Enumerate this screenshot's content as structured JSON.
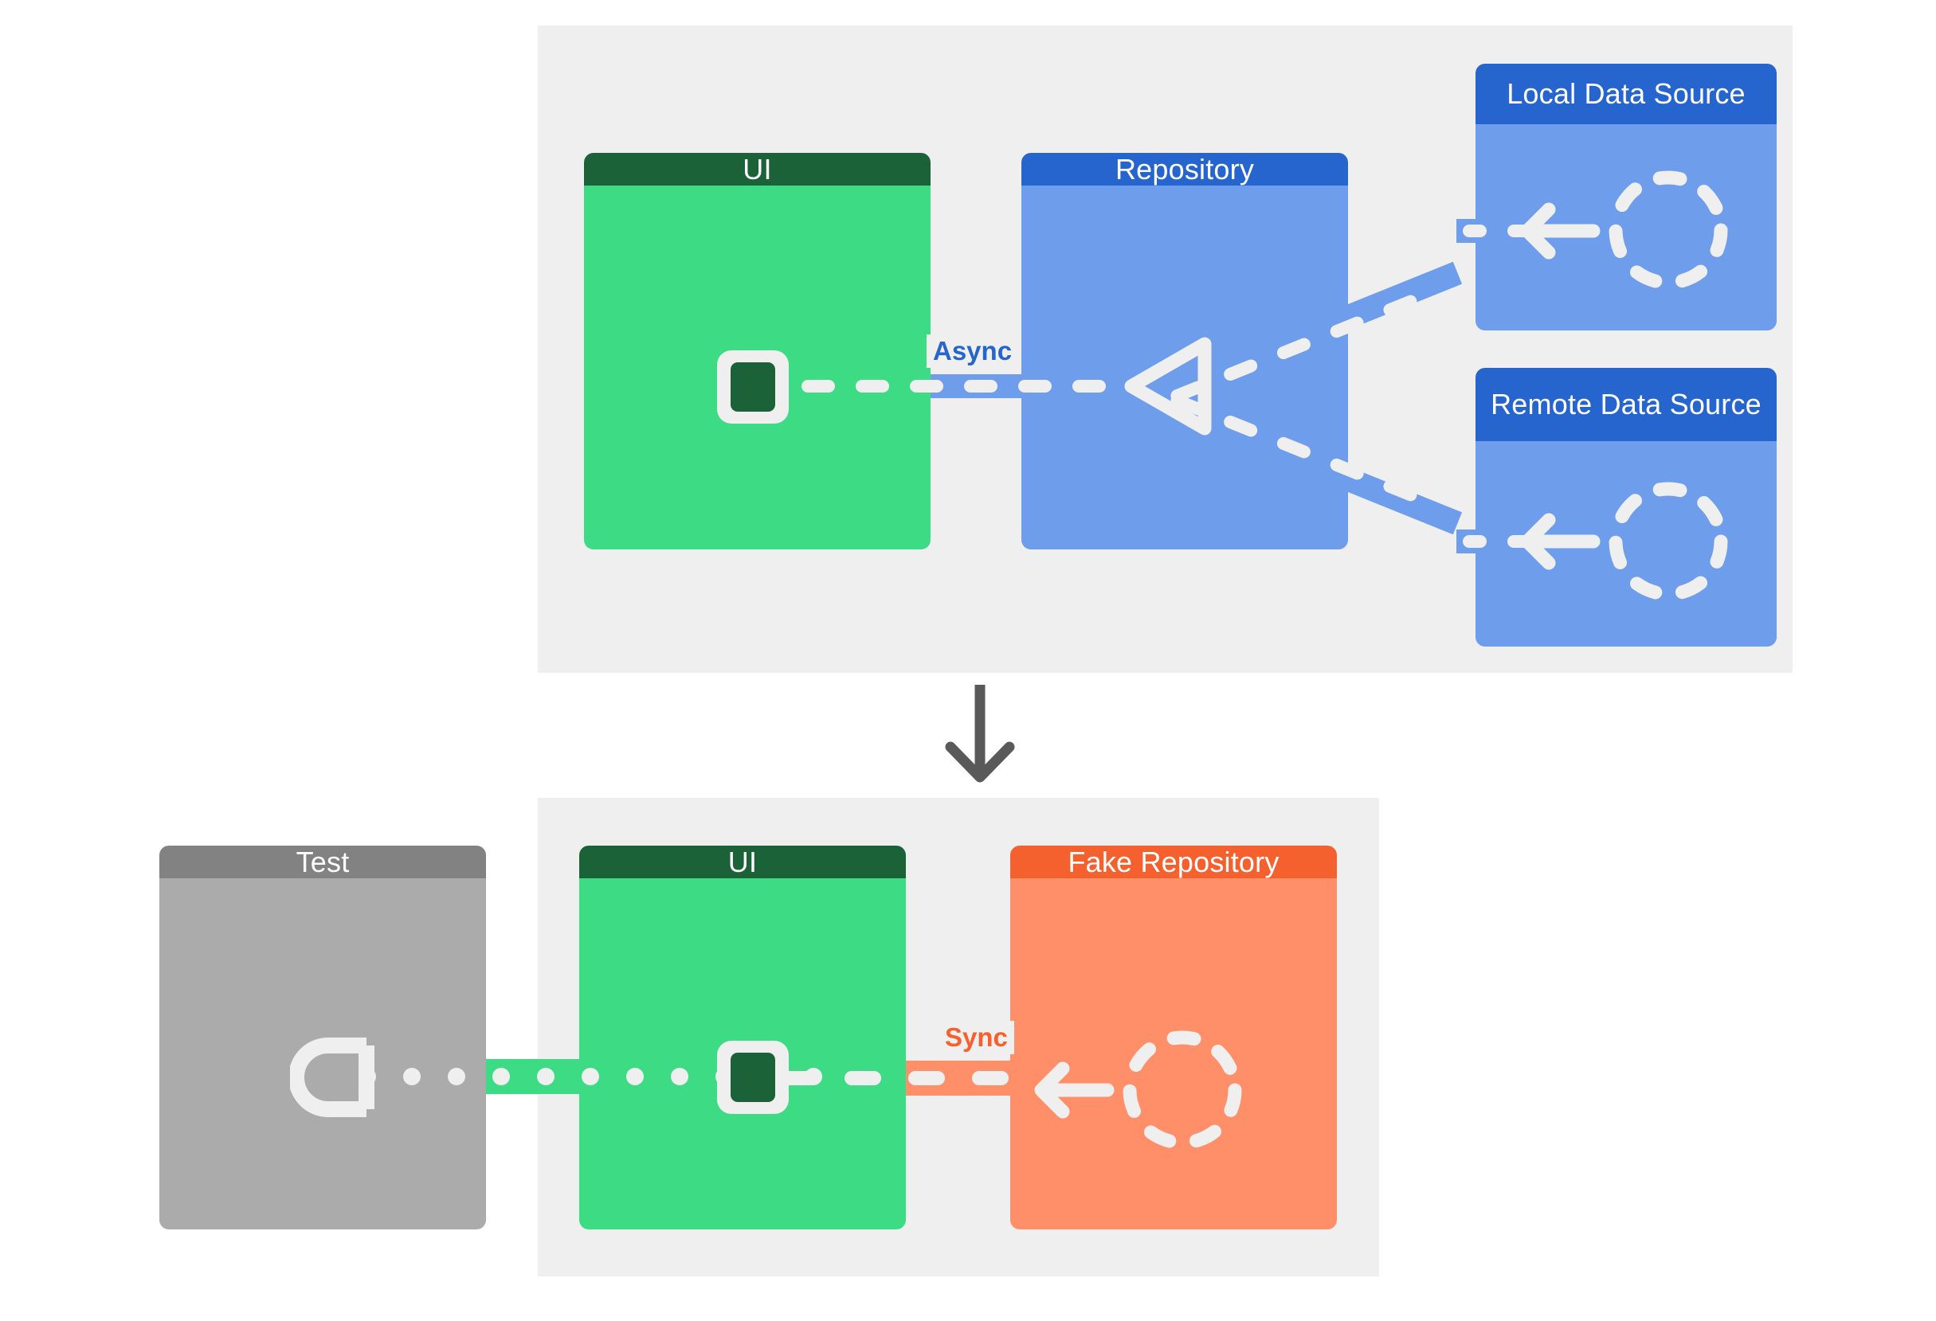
{
  "diagram": {
    "title": "Repository pattern: production vs test wiring",
    "type": "architecture-diagram",
    "background": "#ffffff",
    "panel_background": "#efefef"
  },
  "palette": {
    "green_header": "#1B6239",
    "green_body": "#3DDC84",
    "blue_header": "#2665CE",
    "blue_body": "#6D9DEB",
    "orange_header": "#F4612E",
    "orange_body": "#FF8F69",
    "grey_header": "#828282",
    "grey_body": "#ABABAB",
    "dash_white": "#efefef",
    "flow_arrow": "#595959"
  },
  "top_section": {
    "name": "production-architecture",
    "cards": [
      {
        "id": "ui",
        "label": "UI",
        "theme": "green",
        "icon": "consumer-square-icon"
      },
      {
        "id": "repository",
        "label": "Repository",
        "theme": "blue",
        "icon": "merge-triangle-icon"
      },
      {
        "id": "local-source",
        "label": "Local Data Source",
        "theme": "blue",
        "icon": "async-circle-icon"
      },
      {
        "id": "remote-source",
        "label": "Remote Data Source",
        "theme": "blue",
        "icon": "async-circle-icon"
      }
    ],
    "connector_label": "Async",
    "connector_label_color": "#2665CE",
    "connector_style": "dashed",
    "connector_color": "#6D9DEB",
    "edges": [
      {
        "from": "ui",
        "to": "repository",
        "label": "Async",
        "style": "dashed"
      },
      {
        "from": "repository",
        "to": "local-source",
        "label": "",
        "style": "dashed"
      },
      {
        "from": "repository",
        "to": "remote-source",
        "label": "",
        "style": "dashed"
      }
    ]
  },
  "flow": {
    "arrow_name": "down-arrow-icon",
    "direction": "down"
  },
  "bottom_section": {
    "name": "test-architecture",
    "cards": [
      {
        "id": "test",
        "label": "Test",
        "theme": "grey",
        "icon": "test-socket-icon"
      },
      {
        "id": "ui-test",
        "label": "UI",
        "theme": "green",
        "icon": "consumer-square-icon"
      },
      {
        "id": "fake-repository",
        "label": "Fake Repository",
        "theme": "orange",
        "icon": "async-circle-icon"
      }
    ],
    "connector_label": "Sync",
    "connector_label_color": "#F4612E",
    "edges": [
      {
        "from": "test",
        "to": "ui-test",
        "label": "",
        "style": "dotted",
        "color": "#3DDC84"
      },
      {
        "from": "fake-repository",
        "to": "ui-test",
        "label": "Sync",
        "style": "dashed",
        "color": "#FF8F69"
      }
    ]
  }
}
